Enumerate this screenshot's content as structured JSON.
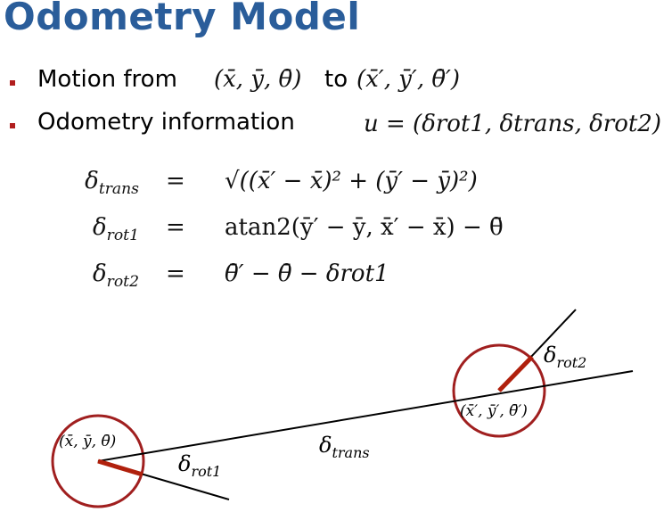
{
  "slide": {
    "title": "Odometry Model"
  },
  "bullets": [
    {
      "label": "Motion from",
      "math_from": "(x̄, ȳ, θ̄)",
      "connector": "to",
      "math_to": "(x̄′, ȳ′, θ̄′)"
    },
    {
      "label": "Odometry information",
      "math": "u = (δrot1, δtrans, δrot2)"
    }
  ],
  "equations": [
    {
      "lhs_base": "δ",
      "lhs_sub": "trans",
      "rel": "=",
      "rhs": "√((x̄′ − x̄)² + (ȳ′ − ȳ)²)"
    },
    {
      "lhs_base": "δ",
      "lhs_sub": "rot1",
      "rel": "=",
      "rhs": "atan2(ȳ′ − ȳ, x̄′ − x̄) − θ̄"
    },
    {
      "lhs_base": "δ",
      "lhs_sub": "rot2",
      "rel": "=",
      "rhs": "θ̄′ − θ̄ − δrot1"
    }
  ],
  "diagram": {
    "start_pose_label": "(x̄, ȳ, θ̄)",
    "end_pose_label": "(x̄′, ȳ′, θ̄′)",
    "rot1_label": {
      "base": "δ",
      "sub": "rot1"
    },
    "trans_label": {
      "base": "δ",
      "sub": "trans"
    },
    "rot2_label": {
      "base": "δ",
      "sub": "rot2"
    },
    "colors": {
      "circle": "#a01f1f",
      "heading": "#b0200c",
      "line": "#000000"
    }
  },
  "colors": {
    "title": "#2a5d9a",
    "bullet": "#b11e1e"
  }
}
